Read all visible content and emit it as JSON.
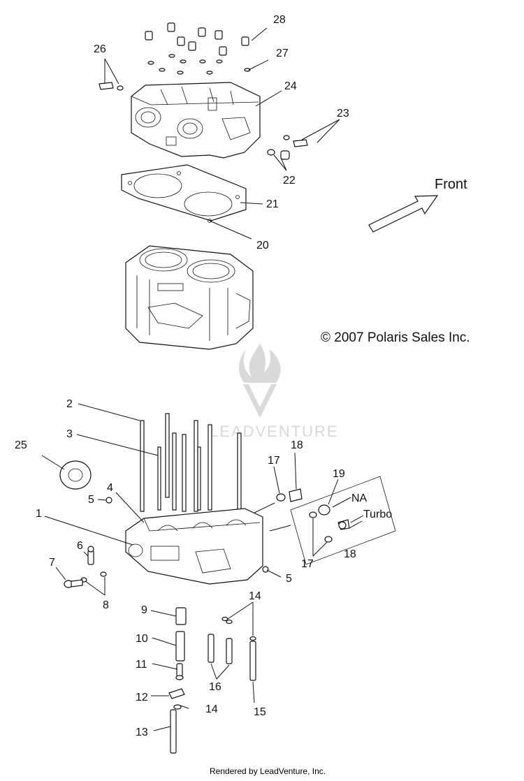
{
  "diagram": {
    "direction_label": "Front",
    "copyright": "© 2007 Polaris Sales Inc.",
    "footer": "Rendered by LeadVenture, Inc.",
    "watermark": "LEADVENTURE",
    "variant_labels": {
      "na": "NA",
      "turbo": "Turbo"
    },
    "callouts": {
      "c1": "1",
      "c2": "2",
      "c3": "3",
      "c4": "4",
      "c5a": "5",
      "c5b": "5",
      "c6": "6",
      "c7": "7",
      "c8": "8",
      "c9": "9",
      "c10": "10",
      "c11": "11",
      "c12": "12",
      "c13": "13",
      "c14a": "14",
      "c14b": "14",
      "c15": "15",
      "c16": "16",
      "c17a": "17",
      "c17b": "17",
      "c18a": "18",
      "c18b": "18",
      "c19": "19",
      "c20": "20",
      "c21": "21",
      "c22": "22",
      "c23": "23",
      "c24": "24",
      "c25": "25",
      "c26": "26",
      "c27": "27",
      "c28": "28"
    }
  }
}
